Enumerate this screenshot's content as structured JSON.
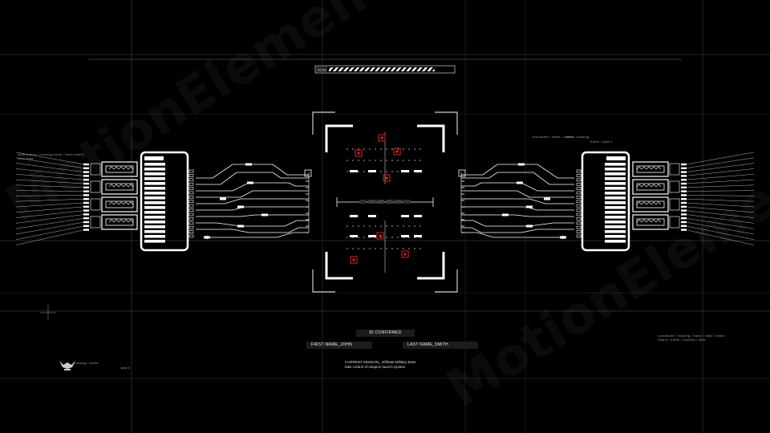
{
  "header": {
    "progress_label": "SCAN",
    "progress": 0.85
  },
  "identity": {
    "status": "ID CONFIRMED",
    "first_name": "FIRST NAME_JOHN",
    "last_name": "LAST NAME_SMITH"
  },
  "mission": {
    "line1": "CURRENT MISSION_ infiltrate Military Base",
    "line2": "take control of weapon launch system."
  },
  "side_text": {
    "left_top": "stabilization / tracking mode / ident matrix",
    "left_top2": "ident data",
    "left_bottom": "tracking / frame",
    "left_bottom2": "data 0",
    "right_top": "coordinate / frame / matrix / tracking",
    "right_top2": "ident",
    "right_top3": "frame / data 0",
    "right_mid": "coordinate / tracking / frame / data / matrix",
    "right_mid2": "matrix / frame / tracking / data"
  },
  "watermark": "MotionElements",
  "colors": {
    "background": "#000000",
    "line": "#ffffff",
    "accent": "#e02020",
    "panel": "#1c1c1c"
  }
}
